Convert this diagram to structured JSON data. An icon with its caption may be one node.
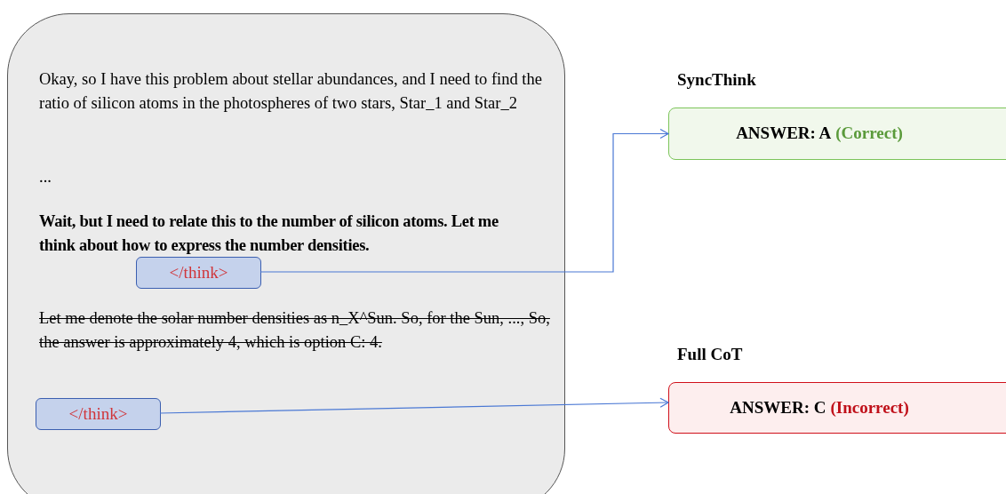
{
  "diagram": {
    "nodes": [
      {
        "text": [
          "Okay, so I have this problem about stellar abundances, and I need to find the ratio of silicon atoms in the photospheres of two stars, Star_1 and Star_2",
          "...",
          "Wait, but I need to relate this to the number of silicon atoms. Let me think about how to express the number densities.",
          "Let me denote the solar number densities as n_X^Sun. So, for the Sun, ..., So, the answer is approximately 4, which is option C: 4."
        ]
      },
      {
        "text": [
          "</think>"
        ],
        "in": 0
      },
      {
        "text": [
          "</think>"
        ],
        "in": 0
      },
      {
        "text": [
          "SyncThink",
          "ANSWER: A",
          "(Correct)"
        ]
      },
      {
        "text": [
          "Full CoT",
          "ANSWER: C",
          "(Incorrect)"
        ]
      }
    ],
    "edges": [
      {
        "from": 1,
        "to": 3,
        "arrow": "to"
      },
      {
        "from": 2,
        "to": 4,
        "arrow": "to"
      }
    ]
  }
}
